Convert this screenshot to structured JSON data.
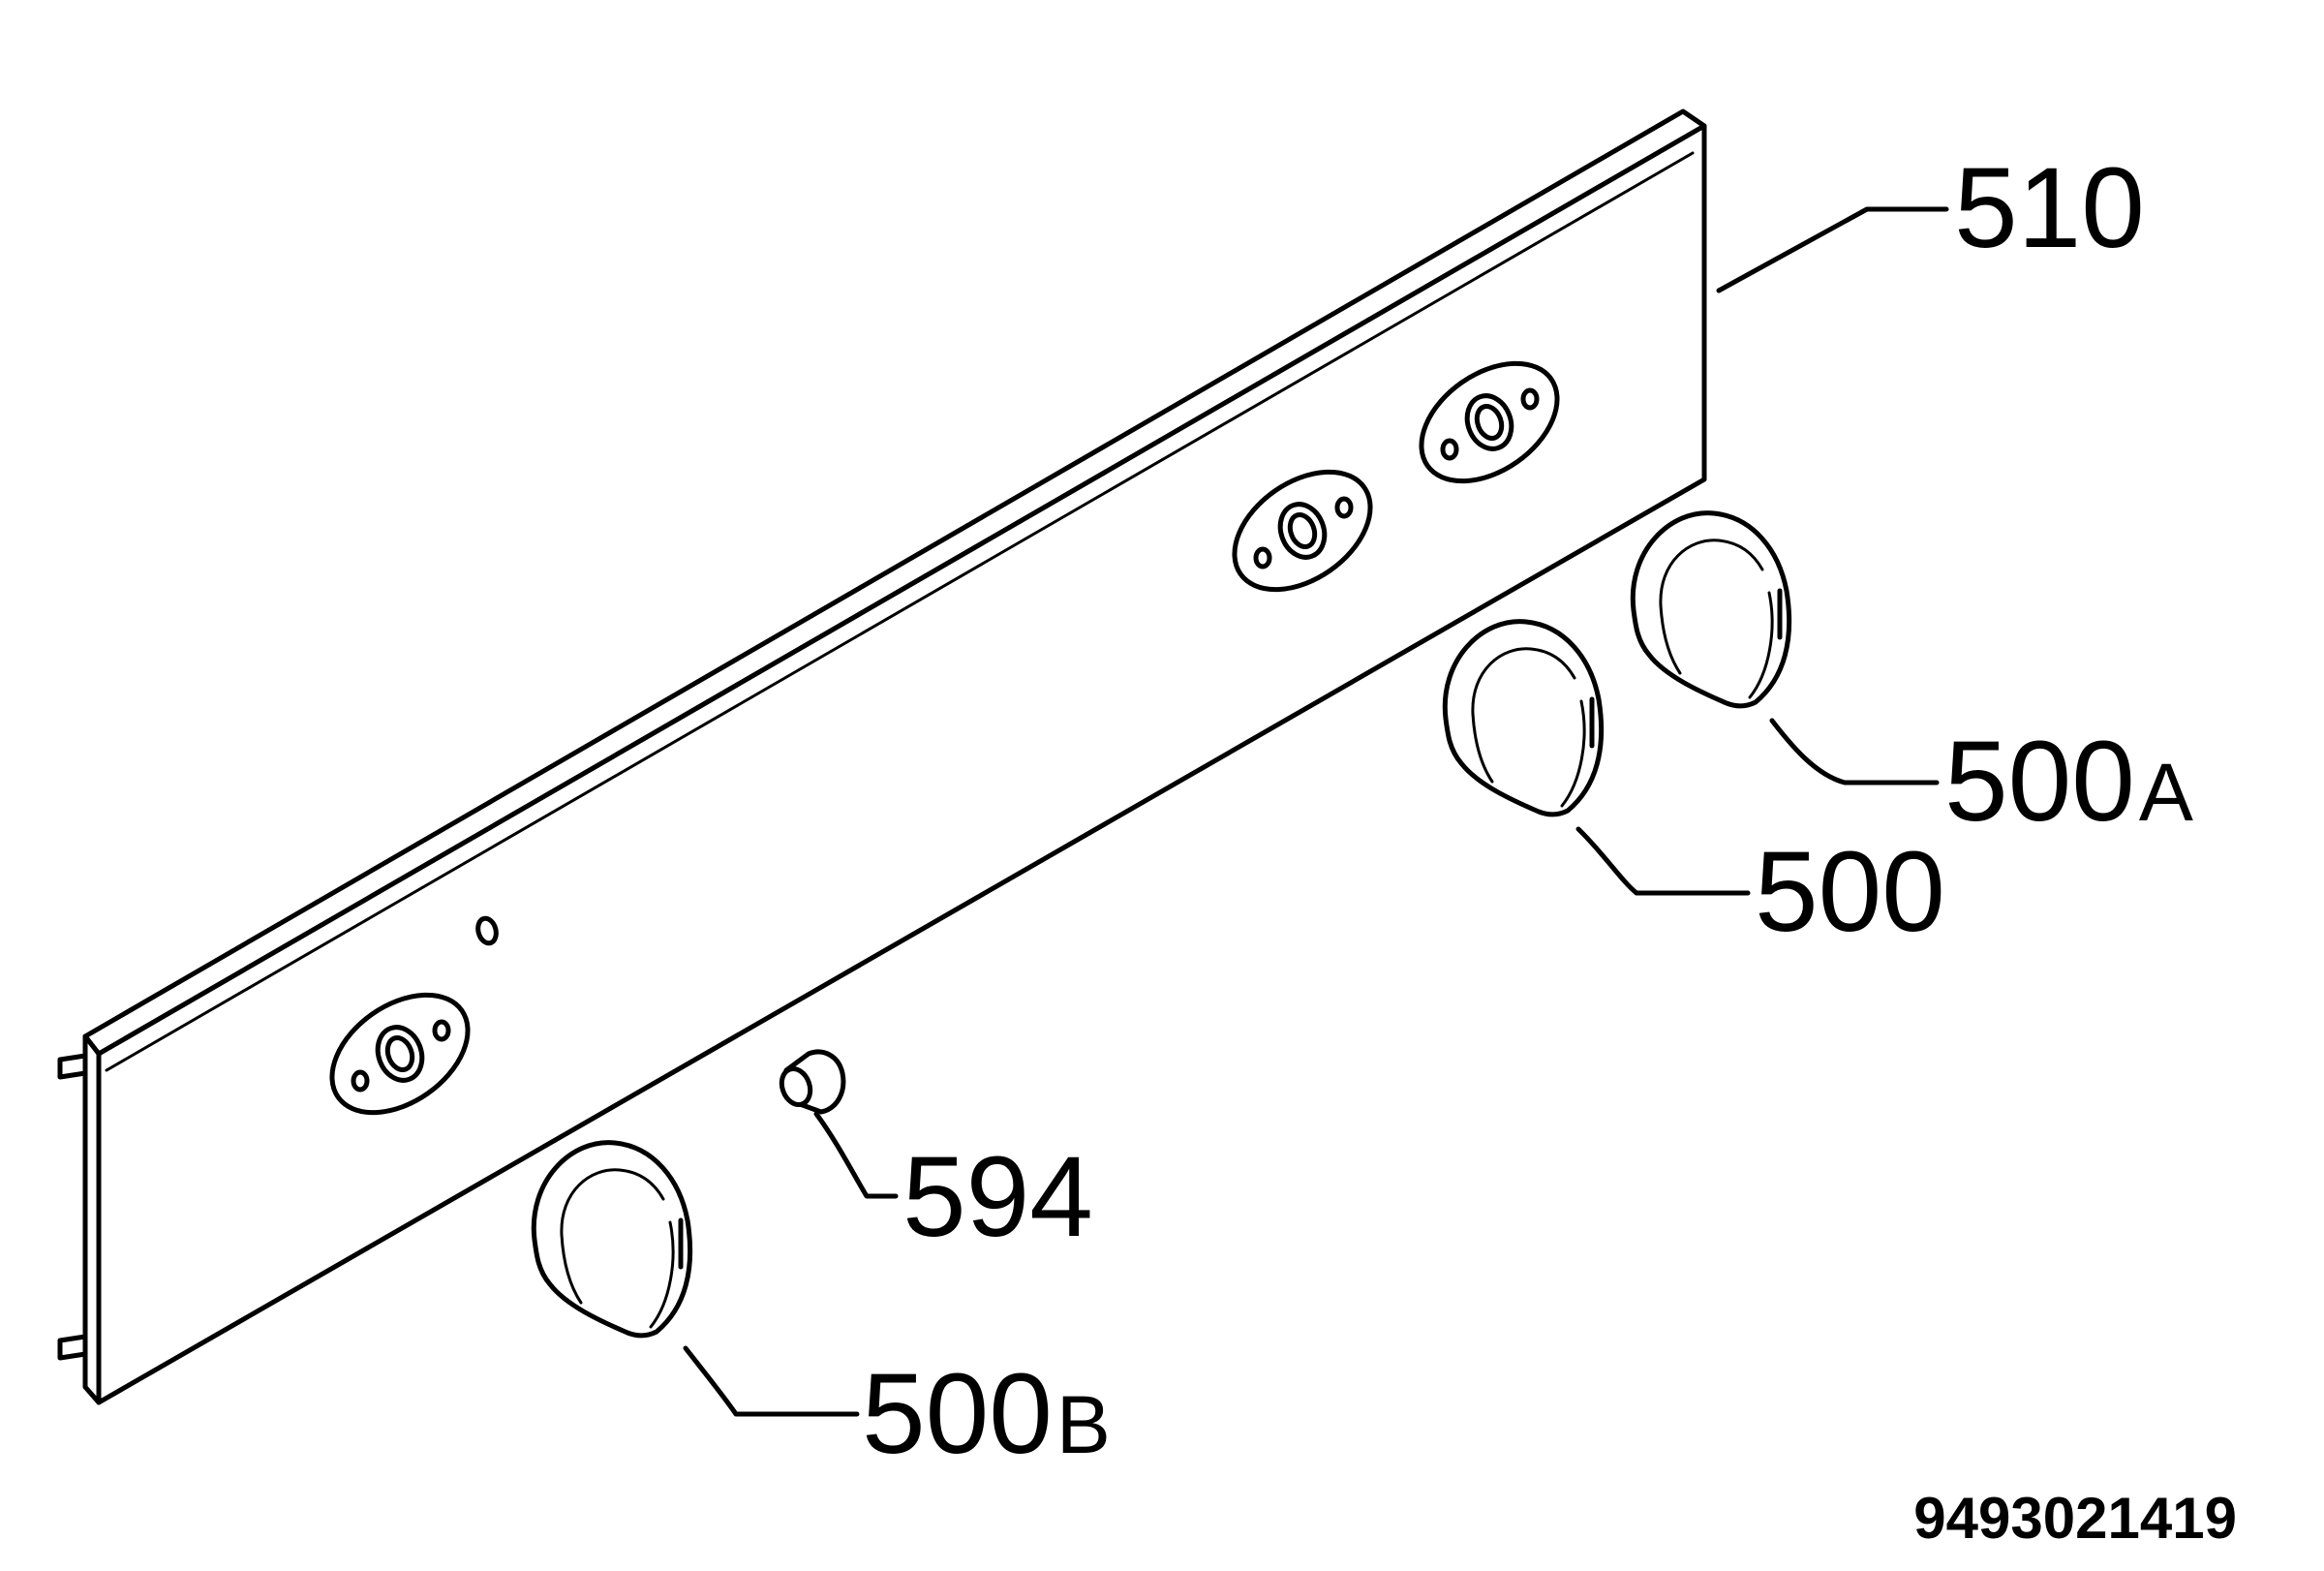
{
  "diagram": {
    "labels": {
      "panel": "510",
      "knob_a_number": "500",
      "knob_a_suffix": "A",
      "knob": "500",
      "knob_b_number": "500",
      "knob_b_suffix": "B",
      "indicator": "594"
    },
    "drawing_code": "9493021419"
  }
}
